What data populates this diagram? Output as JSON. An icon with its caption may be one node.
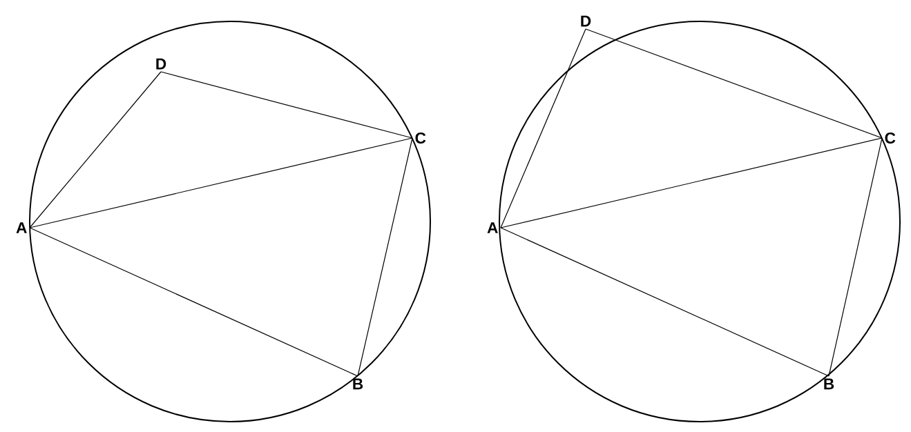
{
  "diagram": {
    "nodes": [
      {
        "text": [
          "A"
        ]
      },
      {
        "text": [
          "B"
        ]
      },
      {
        "text": [
          "C"
        ]
      },
      {
        "text": [
          "D"
        ]
      },
      {
        "text": [
          "A"
        ]
      },
      {
        "text": [
          "B"
        ]
      },
      {
        "text": [
          "C"
        ]
      },
      {
        "text": [
          "D"
        ]
      }
    ],
    "edges": [
      {
        "from": 0,
        "to": 3,
        "arrow": "none"
      },
      {
        "from": 3,
        "to": 2,
        "arrow": "none"
      },
      {
        "from": 0,
        "to": 2,
        "arrow": "none"
      },
      {
        "from": 0,
        "to": 1,
        "arrow": "none"
      },
      {
        "from": 1,
        "to": 2,
        "arrow": "none"
      },
      {
        "from": 4,
        "to": 7,
        "arrow": "none"
      },
      {
        "from": 7,
        "to": 6,
        "arrow": "none"
      },
      {
        "from": 4,
        "to": 6,
        "arrow": "none"
      },
      {
        "from": 4,
        "to": 5,
        "arrow": "none"
      },
      {
        "from": 5,
        "to": 6,
        "arrow": "none"
      }
    ]
  }
}
